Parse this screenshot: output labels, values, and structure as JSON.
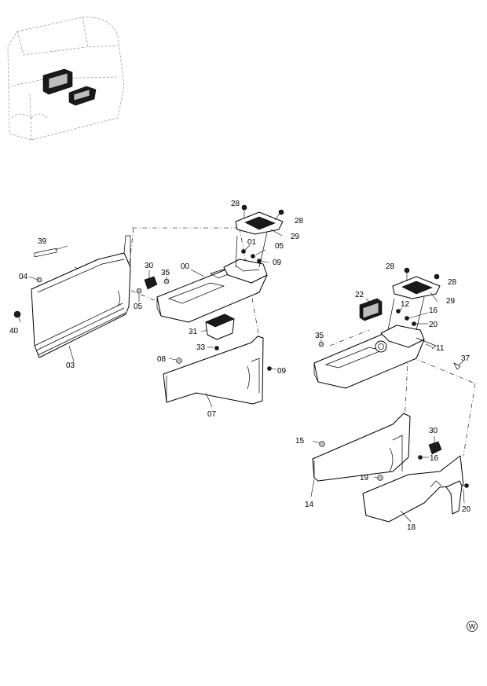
{
  "diagram": {
    "labels": {
      "p00": "00",
      "p01": "01",
      "p03": "03",
      "p04": "04",
      "p05a": "05",
      "p05b": "05",
      "p07": "07",
      "p08": "08",
      "p09a": "09",
      "p09b": "09",
      "p11": "11",
      "p12": "12",
      "p14": "14",
      "p15": "15",
      "p16a": "16",
      "p16b": "16",
      "p18": "18",
      "p19": "19",
      "p20a": "20",
      "p20b": "20",
      "p22": "22",
      "p28a": "28",
      "p28b": "28",
      "p28c": "28",
      "p28d": "28",
      "p29a": "29",
      "p29b": "29",
      "p30a": "30",
      "p30b": "30",
      "p31": "31",
      "p33": "33",
      "p35a": "35",
      "p35b": "35",
      "p37": "37",
      "p39": "39",
      "p40": "40"
    },
    "mark": "W"
  }
}
